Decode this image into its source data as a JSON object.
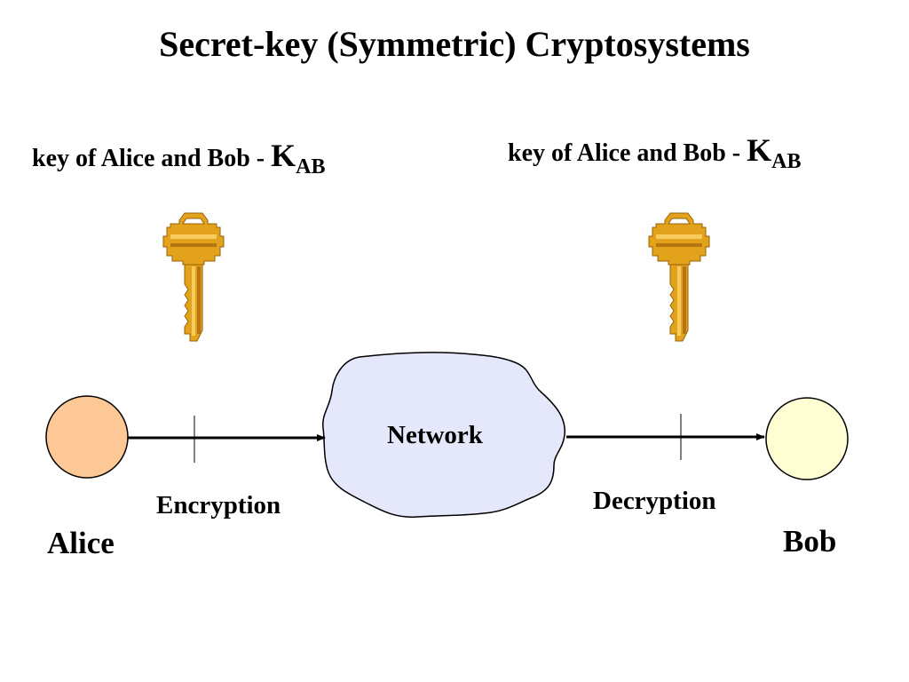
{
  "title": "Secret-key (Symmetric) Cryptosystems",
  "keys": {
    "left": {
      "text": "key of Alice and Bob - ",
      "symbol": "K",
      "subscript": "AB"
    },
    "right": {
      "text": "key of Alice and Bob - ",
      "symbol": "K",
      "subscript": "AB"
    }
  },
  "nodes": {
    "alice": {
      "label": "Alice",
      "color": "#FDC896"
    },
    "bob": {
      "label": "Bob",
      "color": "#FFFDD2"
    },
    "network": {
      "label": "Network",
      "color": "#E5E7FB"
    }
  },
  "edges": {
    "encryption": "Encryption",
    "decryption": "Decryption"
  },
  "colors": {
    "key_fill": "#E3A21B",
    "key_shade": "#B57510",
    "key_highlight": "#F7CB5C"
  },
  "icons": [
    "key-icon",
    "arrow-icon"
  ]
}
